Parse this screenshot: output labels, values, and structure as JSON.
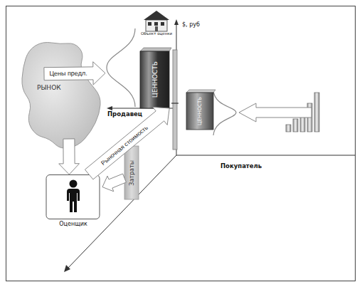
{
  "diagram": {
    "nodes": [
      {
        "text": [
          "РЫНОК"
        ]
      },
      {
        "text": [
          "ЦЕННОСТЬ"
        ]
      },
      {
        "text": [
          "ЦЕННОСТЬ"
        ]
      },
      {
        "text": [
          "Затраты"
        ]
      },
      {
        "text": [
          "Оценщик"
        ]
      }
    ],
    "edges": [
      {
        "from": 0,
        "to": 1,
        "label": "Цены предл.",
        "arrow": "to"
      },
      {
        "from": 0,
        "to": 4,
        "arrow": "to"
      },
      {
        "from": 4,
        "to": 1,
        "label": "Рыночная стоимость",
        "arrow": "to"
      },
      {
        "from": 3,
        "to": 4,
        "arrow": "to"
      }
    ],
    "labels": [
      "$, руб",
      "Объект оценки",
      "Продавец",
      "Покупатель"
    ]
  }
}
